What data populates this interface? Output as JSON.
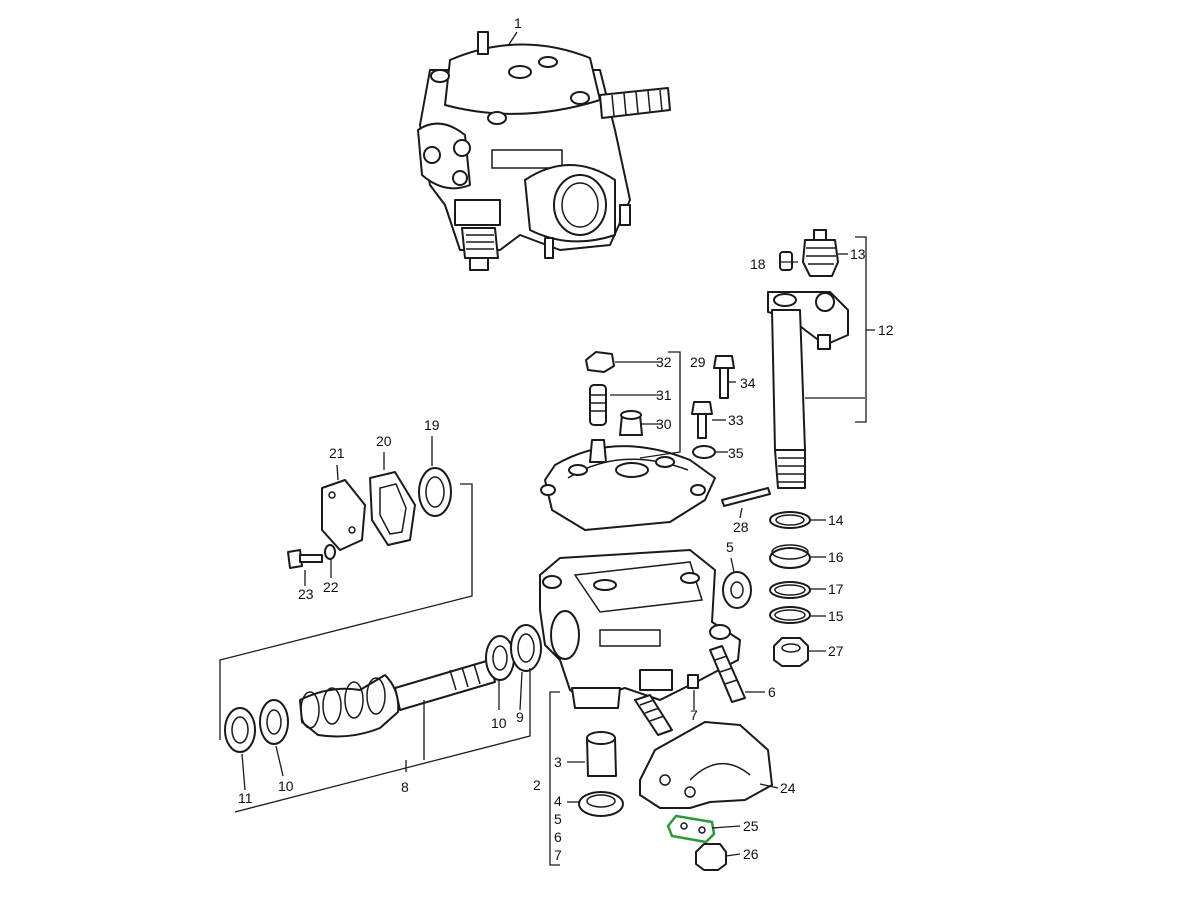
{
  "labels": {
    "l1": "1",
    "l2": "2",
    "l3": "3",
    "l4": "4",
    "l5a": "5",
    "l5b": "5",
    "l6": "6",
    "l6b": "6",
    "l7a": "7",
    "l7b": "7",
    "l8": "8",
    "l9": "9",
    "l10a": "10",
    "l10b": "10",
    "l11": "11",
    "l12": "12",
    "l13": "13",
    "l14": "14",
    "l15": "15",
    "l16": "16",
    "l17": "17",
    "l18": "18",
    "l19": "19",
    "l20": "20",
    "l21": "21",
    "l22": "22",
    "l23": "23",
    "l24": "24",
    "l25": "25",
    "l26": "26",
    "l27": "27",
    "l28": "28",
    "l29": "29",
    "l30": "30",
    "l31": "31",
    "l32": "32",
    "l33": "33",
    "l34": "34",
    "l35": "35"
  },
  "colors": {
    "highlight": "#2e9a3c",
    "line": "#1a1a1a"
  }
}
